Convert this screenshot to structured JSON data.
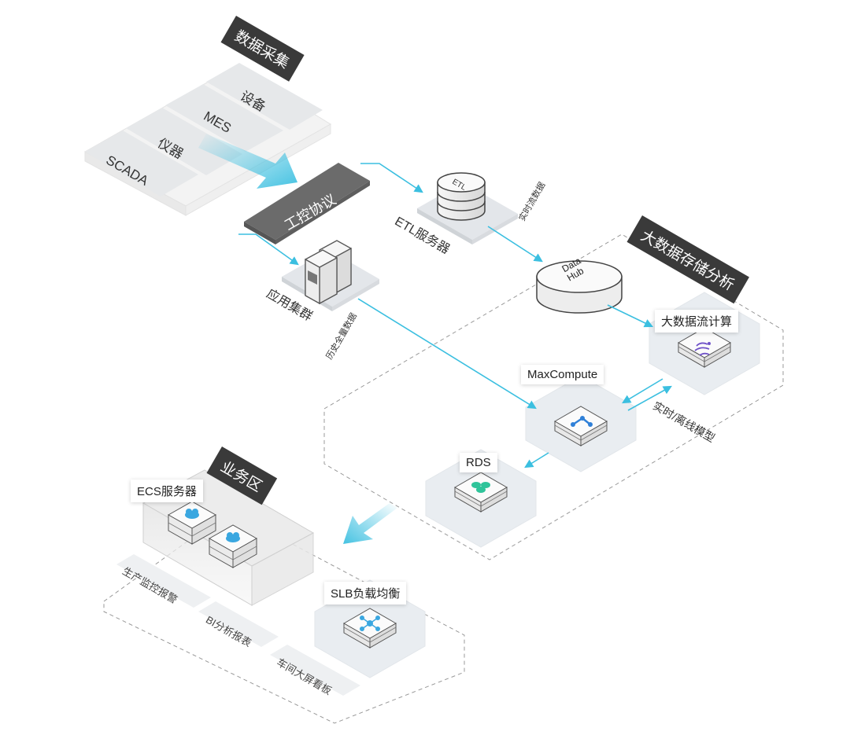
{
  "data_collection": {
    "title": "数据采集",
    "items": [
      "设备",
      "MES",
      "仪器",
      "SCADA"
    ]
  },
  "protocol": {
    "label": "工控协议"
  },
  "etl": {
    "icon_text": "ETL",
    "label": "ETL服务器",
    "edge_label": "实时流数据"
  },
  "app_cluster": {
    "label": "应用集群",
    "edge_label": "历史全量数据"
  },
  "datahub": {
    "text": "Data Hub"
  },
  "bigdata": {
    "title": "大数据存储分析",
    "stream": "大数据流计算",
    "maxcompute": "MaxCompute",
    "rds": "RDS",
    "model_label": "实时/离线模型"
  },
  "business": {
    "title": "业务区",
    "ecs": "ECS服务器",
    "slb": "SLB负载均衡",
    "tiles": [
      "生产监控报警",
      "BI分析报表",
      "车间大屏看板"
    ]
  },
  "colors": {
    "arrow": "#3bbfe0",
    "dark_label": "#3a3a3a",
    "hex_fill": "#e9edf1"
  },
  "icons": [
    "etl-disk-icon",
    "server-cabinet-icon",
    "datahub-disk-icon",
    "stream-compute-icon",
    "maxcompute-icon",
    "rds-icon",
    "ecs-cloud-icon",
    "slb-icon"
  ]
}
